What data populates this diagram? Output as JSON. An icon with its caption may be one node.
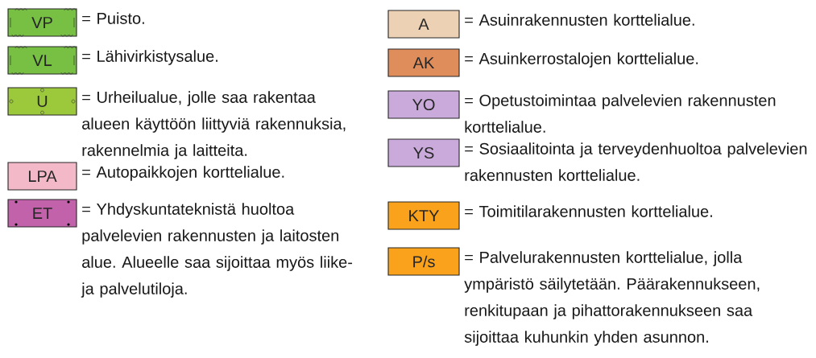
{
  "diagram": {
    "nodes": [
      {
        "text": [
          "VP"
        ],
        "beside": [
          "= Puisto."
        ]
      },
      {
        "text": [
          "VL"
        ],
        "beside": [
          "= Lähivirkistysalue."
        ]
      },
      {
        "text": [
          "U"
        ],
        "beside": [
          "= Urheilualue, jolle saa rakentaa alueen käyttöön liittyviä rakennuksia, rakennelmia ja laitteita."
        ]
      },
      {
        "text": [
          "LPA"
        ],
        "beside": [
          "= Autopaikkojen korttelialue."
        ]
      },
      {
        "text": [
          "ET"
        ],
        "beside": [
          "= Yhdyskuntateknistä huoltoa palvelevien rakennusten ja laitosten alue. Alueelle saa sijoittaa myös liike- ja palvelutiloja."
        ]
      },
      {
        "text": [
          "A"
        ],
        "beside": [
          "= Asuinrakennusten korttelialue."
        ]
      },
      {
        "text": [
          "AK"
        ],
        "beside": [
          "= Asuinkerrostalojen korttelialue."
        ]
      },
      {
        "text": [
          "YO"
        ],
        "beside": [
          "= Opetustoimintaa palvelevien rakennusten korttelialue."
        ]
      },
      {
        "text": [
          "YS"
        ],
        "beside": [
          "= Sosiaalitointa ja terveydenhuoltoa palvelevien rakennusten korttelialue."
        ]
      },
      {
        "text": [
          "KTY"
        ],
        "beside": [
          "= Toimitilarakennusten korttelialue."
        ]
      },
      {
        "text": [
          "P/s"
        ],
        "beside": [
          "= Palvelurakennusten korttelialue, jolla ympäristö säilytetään. Päärakennukseen, renkitupaan ja pihattorakennukseen saa sijoittaa kuhunkin yhden asunnon."
        ]
      }
    ]
  }
}
